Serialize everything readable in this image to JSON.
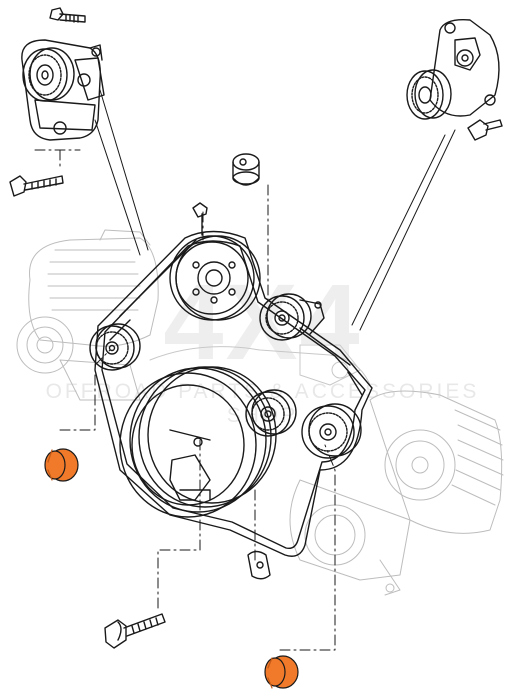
{
  "diagram": {
    "watermark": {
      "brand_text": "4X4",
      "tagline_text": "OFFROAD PARTS & ACCESSORIES SHOP"
    },
    "colors": {
      "line": "#1a1a1a",
      "highlight_part": "#f07a2a",
      "highlight_shadow": "#c45a16",
      "watermark": "#969696"
    },
    "highlighted_parts": [
      "cover-cap-lower-left",
      "cover-cap-bottom"
    ]
  }
}
